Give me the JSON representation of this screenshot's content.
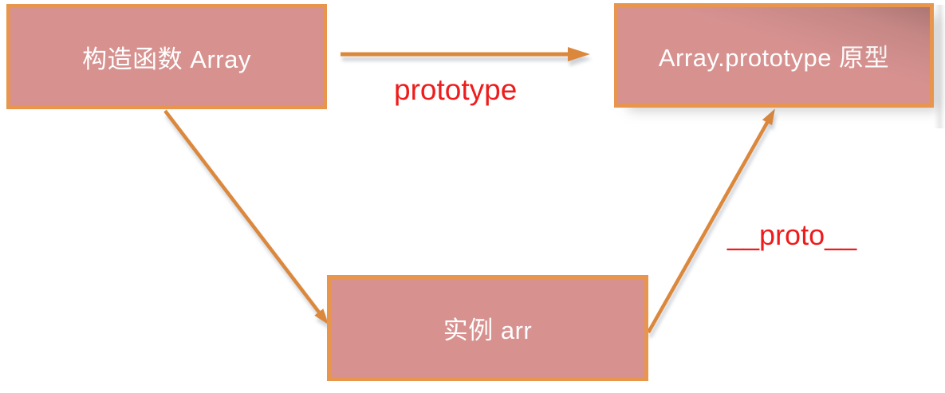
{
  "diagram": {
    "boxes": [
      {
        "id": "constructor",
        "label": "构造函数 Array"
      },
      {
        "id": "prototype",
        "label": "Array.prototype 原型"
      },
      {
        "id": "instance",
        "label": "实例 arr"
      }
    ],
    "labels": [
      {
        "id": "prototype-edge",
        "text": "prototype"
      },
      {
        "id": "proto-edge",
        "text": "__proto__"
      }
    ],
    "arrows": [
      {
        "from": "构造函数 Array",
        "to": "Array.prototype 原型",
        "label": "prototype"
      },
      {
        "from": "构造函数 Array",
        "to": "实例 arr",
        "label": ""
      },
      {
        "from": "实例 arr",
        "to": "Array.prototype 原型",
        "label": "__proto__"
      }
    ],
    "colors": {
      "background": "#ffffff",
      "box_fill": "#d79290",
      "box_border": "#e8964e",
      "box_text": "#ffffff",
      "arrow": "#dc883c",
      "label_red": "#ee1c1c"
    }
  }
}
